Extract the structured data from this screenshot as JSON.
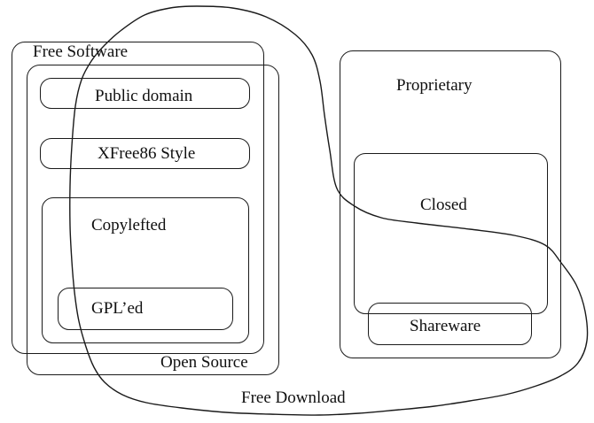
{
  "diagram": {
    "colors": {
      "background": "#ffffff",
      "stroke": "#1a1a1a",
      "text": "#101010"
    },
    "labels": {
      "free_software": "Free Software",
      "public_domain": "Public domain",
      "xfree86_style": "XFree86 Style",
      "copylefted": "Copylefted",
      "gpled": "GPL’ed",
      "open_source": "Open Source",
      "proprietary": "Proprietary",
      "closed": "Closed",
      "shareware": "Shareware",
      "free_download": "Free Download"
    }
  }
}
